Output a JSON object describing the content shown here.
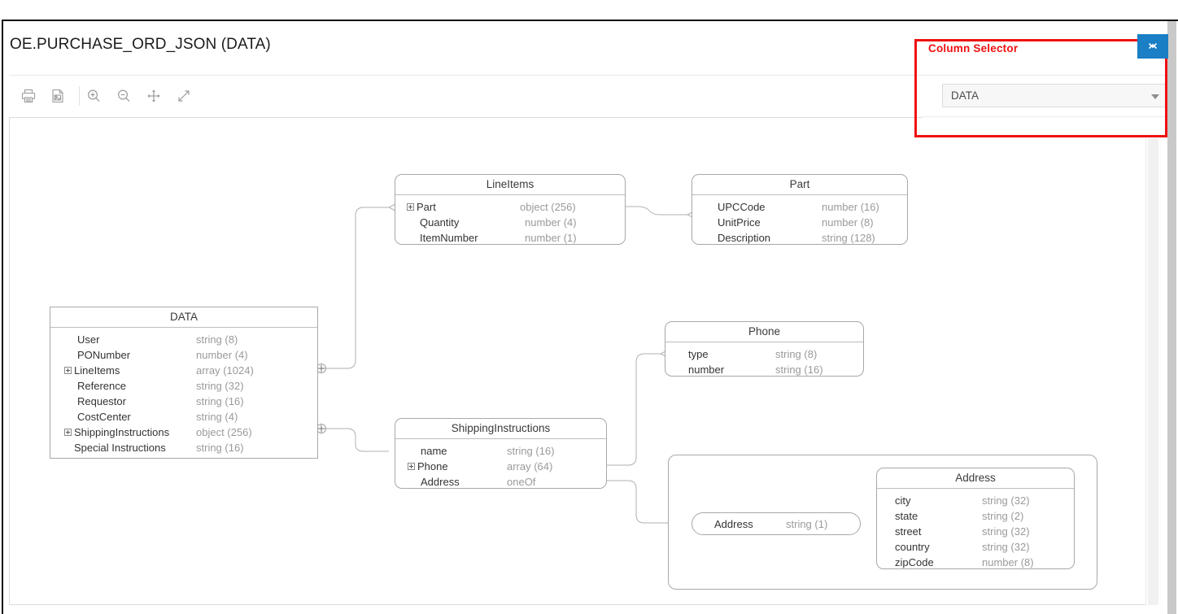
{
  "window": {
    "page_title": "OE.PURCHASE_ORD_JSON (DATA)"
  },
  "toolbar": {
    "buttons": [
      {
        "name": "print-icon",
        "tooltip": "Print"
      },
      {
        "name": "save-image-icon",
        "tooltip": "Save as image"
      },
      {
        "name": "zoom-in-icon",
        "tooltip": "Zoom in"
      },
      {
        "name": "zoom-out-icon",
        "tooltip": "Zoom out"
      },
      {
        "name": "pan-icon",
        "tooltip": "Pan"
      },
      {
        "name": "expand-icon",
        "tooltip": "Fit to window"
      }
    ]
  },
  "column_selector": {
    "annotation_label": "Column Selector",
    "annotation_color": "#f01010",
    "dropdown_value": "DATA",
    "collapse_button_glyph": "x"
  },
  "scrollbar": {
    "up_arrow": "▲"
  },
  "diagram": {
    "entities": [
      {
        "id": "data",
        "title": "DATA",
        "rows": [
          {
            "name": "User",
            "type": "string (8)",
            "expandable": false
          },
          {
            "name": "PONumber",
            "type": "number (4)",
            "expandable": false
          },
          {
            "name": "LineItems",
            "type": "array (1024)",
            "expandable": true
          },
          {
            "name": "Reference",
            "type": "string (32)",
            "expandable": false
          },
          {
            "name": "Requestor",
            "type": "string (16)",
            "expandable": false
          },
          {
            "name": "CostCenter",
            "type": "string (4)",
            "expandable": false
          },
          {
            "name": "ShippingInstructions",
            "type": "object (256)",
            "expandable": true
          },
          {
            "name": "Special Instructions",
            "type": "string (16)",
            "expandable": false
          }
        ]
      },
      {
        "id": "lineitems",
        "title": "LineItems",
        "rows": [
          {
            "name": "Part",
            "type": "object (256)",
            "expandable": true
          },
          {
            "name": "Quantity",
            "type": "number (4)",
            "expandable": false
          },
          {
            "name": "ItemNumber",
            "type": "number (1)",
            "expandable": false
          }
        ]
      },
      {
        "id": "part",
        "title": "Part",
        "rows": [
          {
            "name": "UPCCode",
            "type": "number (16)",
            "expandable": false
          },
          {
            "name": "UnitPrice",
            "type": "number (8)",
            "expandable": false
          },
          {
            "name": "Description",
            "type": "string (128)",
            "expandable": false
          }
        ]
      },
      {
        "id": "shippinginstructions",
        "title": "ShippingInstructions",
        "rows": [
          {
            "name": "name",
            "type": "string (16)",
            "expandable": false
          },
          {
            "name": "Phone",
            "type": "array (64)",
            "expandable": true
          },
          {
            "name": "Address",
            "type": "oneOf",
            "expandable": false
          }
        ]
      },
      {
        "id": "phone",
        "title": "Phone",
        "rows": [
          {
            "name": "type",
            "type": "string (8)",
            "expandable": false
          },
          {
            "name": "number",
            "type": "string (16)",
            "expandable": false
          }
        ]
      },
      {
        "id": "address",
        "title": "Address",
        "rows": [
          {
            "name": "city",
            "type": "string (32)",
            "expandable": false
          },
          {
            "name": "state",
            "type": "string (2)",
            "expandable": false
          },
          {
            "name": "street",
            "type": "string (32)",
            "expandable": false
          },
          {
            "name": "country",
            "type": "string (32)",
            "expandable": false
          },
          {
            "name": "zipCode",
            "type": "number (8)",
            "expandable": false
          }
        ]
      }
    ],
    "pill": {
      "name": "Address",
      "type": "string (1)"
    }
  }
}
